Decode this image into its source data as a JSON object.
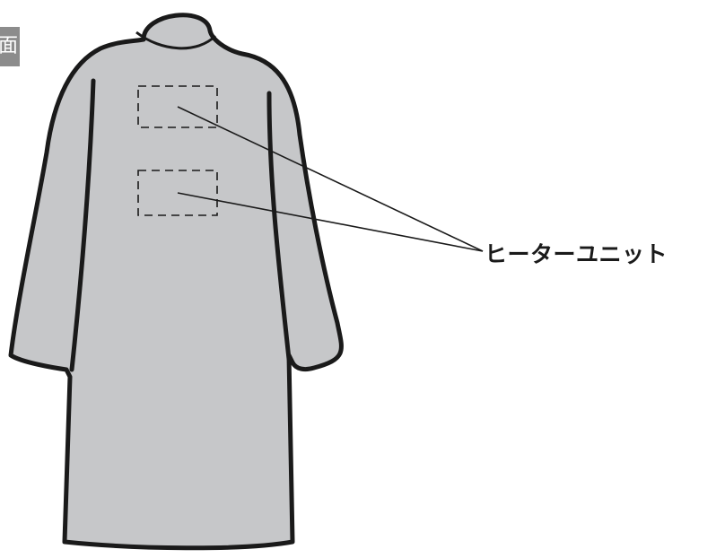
{
  "figure": {
    "badge_text": "面",
    "callout_label": "ヒーターユニット"
  },
  "colors": {
    "garment_fill": "#c6c7c9",
    "garment_outline": "#1a1a1a",
    "badge_bg": "#8c8c8c",
    "badge_text": "#ffffff",
    "leader_line": "#1a1a1a"
  },
  "parts": {
    "garment": "long-coat-back-view",
    "heater_units": 2
  }
}
